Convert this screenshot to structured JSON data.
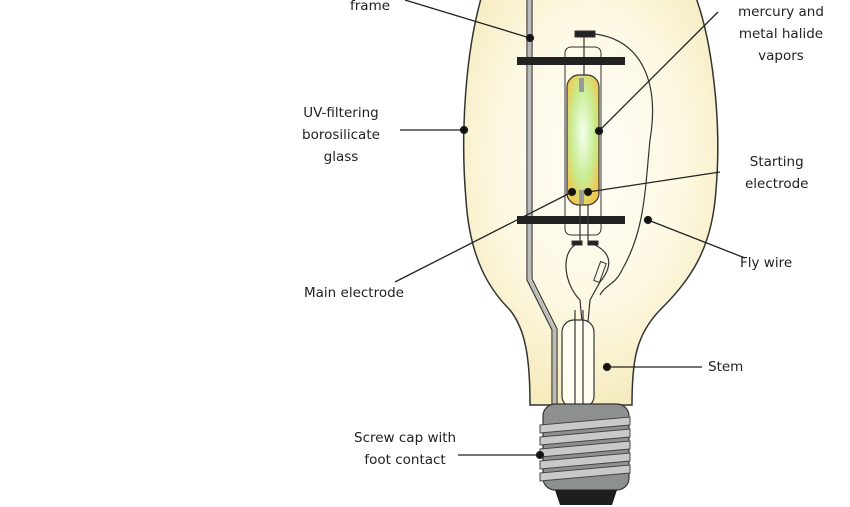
{
  "diagram": {
    "labels": {
      "frame": "frame",
      "vapors": [
        "mercury and",
        "metal halide",
        "vapors"
      ],
      "glass": [
        "UV-filtering",
        "borosilicate",
        "glass"
      ],
      "starting_electrode": [
        "Starting",
        "electrode"
      ],
      "fly_wire": "Fly wire",
      "main_electrode": "Main electrode",
      "stem": "Stem",
      "screw_cap": [
        "Screw cap with",
        "foot contact"
      ]
    },
    "colors": {
      "bulb_fill": "#fbf6dc",
      "arc_tube": "#d8f0a0",
      "arc_tube_edge": "#f0c850",
      "base": "#9a9c9b",
      "line": "#222222"
    }
  }
}
